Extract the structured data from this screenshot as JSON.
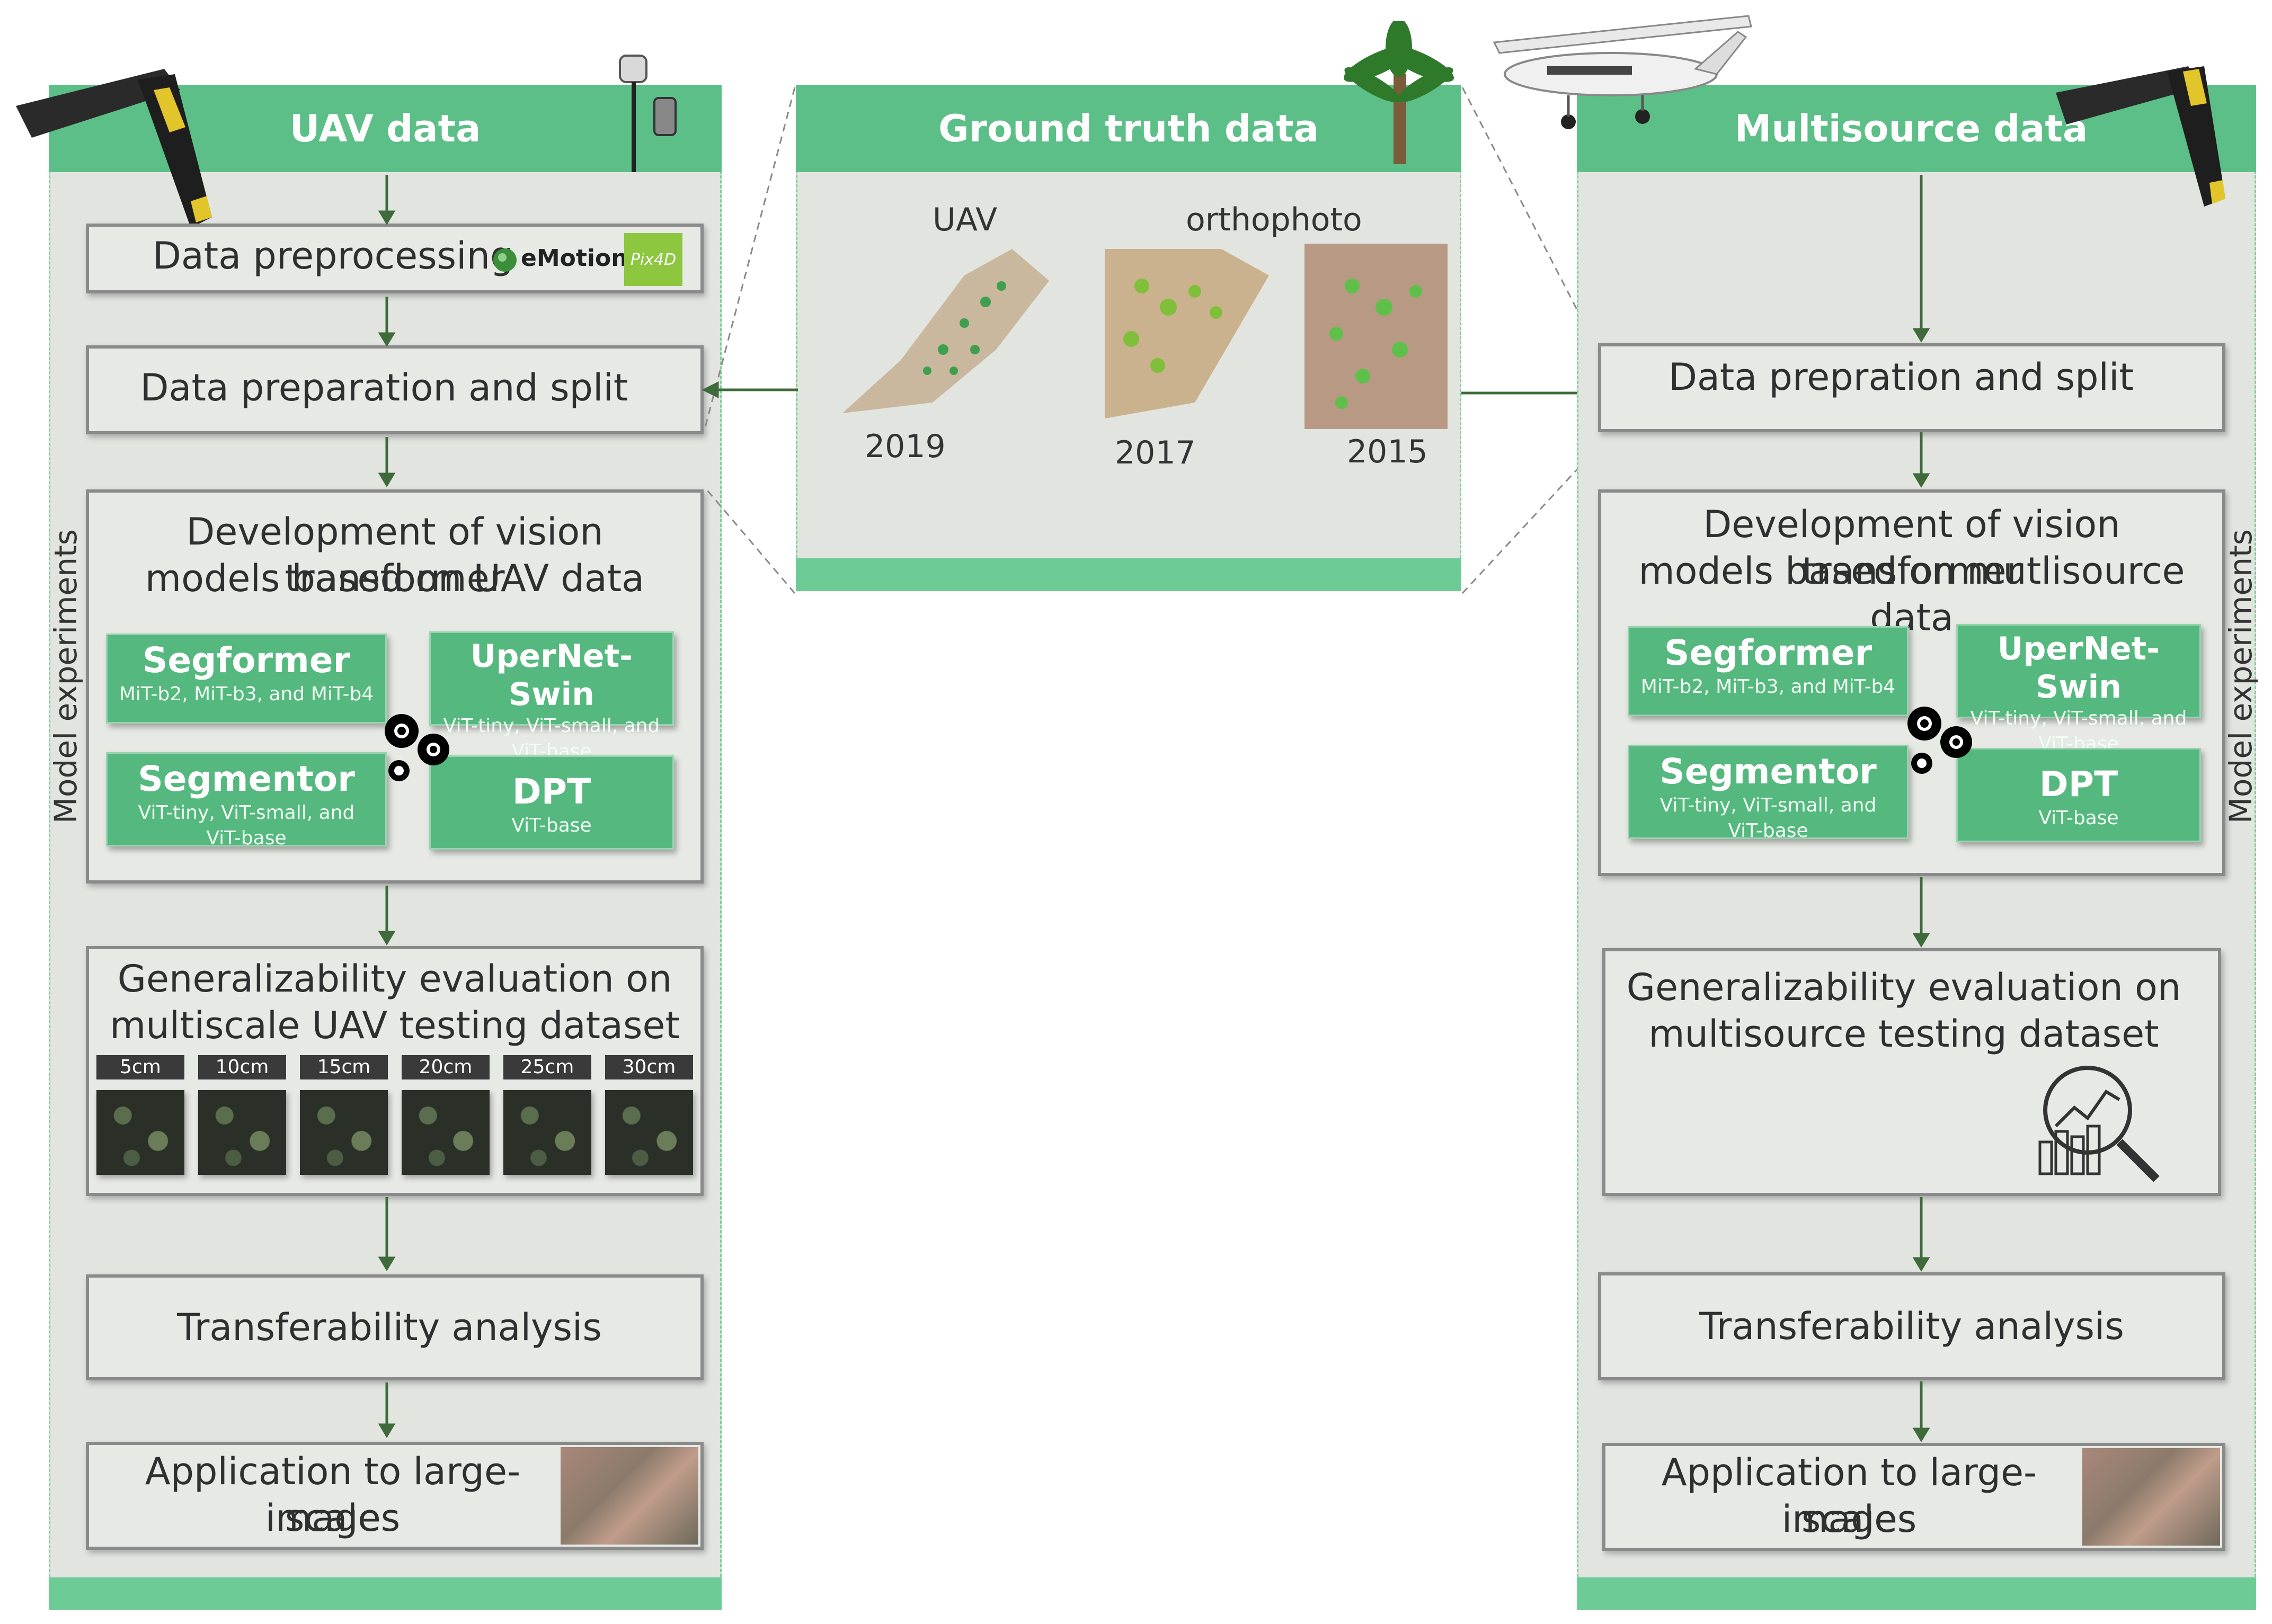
{
  "colors": {
    "header_green": "#5bbf87",
    "panel_gray": "#e1e4df",
    "arrow_green": "#3f6b3a",
    "model_green": "#55b87e"
  },
  "left": {
    "header": "UAV data",
    "side_label": "Model experiments",
    "preprocessing": "Data preprocessing",
    "emotion_logo": "eMotion",
    "pix4d_logo": "Pix4D",
    "prep_split": "Data preparation and split",
    "dev_line1": "Development of vision transformer",
    "dev_line2": "models based on UAV data",
    "models": [
      {
        "name": "Segformer",
        "sub1": "MiT-b2, MiT-b3, and MiT-b4",
        "sub2": ""
      },
      {
        "name": "UperNet-Swin",
        "sub1": "ViT-tiny, ViT-small, and",
        "sub2": "ViT-base"
      },
      {
        "name": "Segmentor",
        "sub1": "ViT-tiny, ViT-small, and",
        "sub2": "ViT-base"
      },
      {
        "name": "DPT",
        "sub1": "ViT-base",
        "sub2": ""
      }
    ],
    "gen_line1": "Generalizability evaluation on",
    "gen_line2": "multiscale UAV testing dataset",
    "scales": [
      "5cm",
      "10cm",
      "15cm",
      "20cm",
      "25cm",
      "30cm"
    ],
    "transfer": "Transferability analysis",
    "app_line1": "Application to large-scale",
    "app_line2": "images"
  },
  "middle": {
    "header": "Ground truth data",
    "label_uav": "UAV",
    "label_ortho": "orthophoto",
    "years": [
      "2019",
      "2017",
      "2015"
    ]
  },
  "right": {
    "header": "Multisource data",
    "side_label": "Model experiments",
    "prep_split": "Data prepration and split",
    "dev_line1": "Development of vision transformer",
    "dev_line2": "models based on mutlisource data",
    "models": [
      {
        "name": "Segformer",
        "sub1": "MiT-b2, MiT-b3, and MiT-b4",
        "sub2": ""
      },
      {
        "name": "UperNet-Swin",
        "sub1": "ViT-tiny, ViT-small, and",
        "sub2": "ViT-base"
      },
      {
        "name": "Segmentor",
        "sub1": "ViT-tiny, ViT-small, and",
        "sub2": "ViT-base"
      },
      {
        "name": "DPT",
        "sub1": "ViT-base",
        "sub2": ""
      }
    ],
    "gen_line1": "Generalizability evaluation on",
    "gen_line2": "multisource testing dataset",
    "transfer": "Transferability analysis",
    "app_line1": "Application to large-scale",
    "app_line2": "images"
  }
}
